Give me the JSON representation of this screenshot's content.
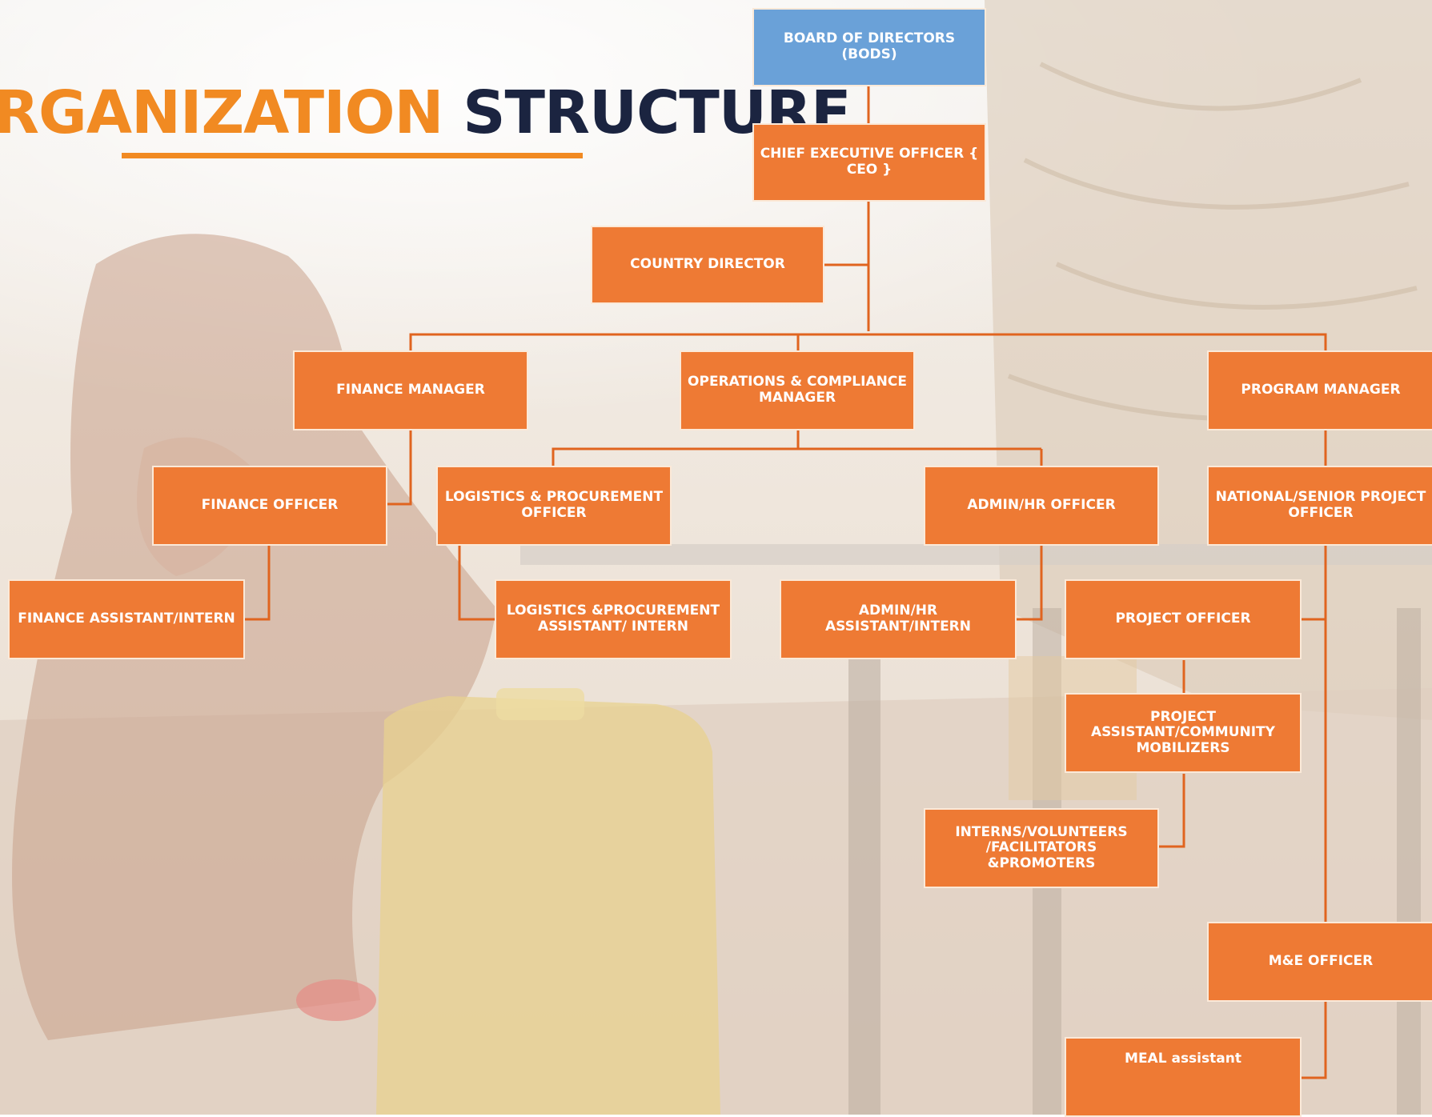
{
  "title": {
    "word1": "RGANIZATION",
    "word2": "STRUCTURE"
  },
  "colors": {
    "box": "#ee7a34",
    "top_box": "#6aa1d8",
    "accent": "#f18a22",
    "dark": "#1b2440",
    "line": "#e0641f"
  },
  "nodes": {
    "bod": "BOARD OF DIRECTORS (BODs)",
    "ceo": "CHIEF EXECUTIVE OFFICER { CEO }",
    "country_director": "COUNTRY DIRECTOR",
    "finance_manager": "FINANCE MANAGER",
    "ops_manager": "OPERATIONS & COMPLIANCE MANAGER",
    "program_manager": "PROGRAM MANAGER",
    "finance_officer": "FINANCE OFFICER",
    "logistics_officer": "LOGISTICS & PROCUREMENT OFFICER",
    "admin_officer": "ADMIN/HR OFFICER",
    "national_officer": "NATIONAL/SENIOR PROJECT OFFICER",
    "finance_assistant": "FINANCE ASSISTANT/INTERN",
    "logistics_assistant": "LOGISTICS &PROCUREMENT ASSISTANT/ INTERN",
    "admin_assistant": "ADMIN/HR ASSISTANT/INTERN",
    "project_officer": "PROJECT OFFICER",
    "project_assistant": "PROJECT ASSISTANT/COMMUNITY MOBILIZERS",
    "interns": "INTERNS/VOLUNTEERS /FACILITATORS &PROMOTERS",
    "me_officer": "M&E OFFICER",
    "meal_assistant": "MEAL assistant"
  }
}
